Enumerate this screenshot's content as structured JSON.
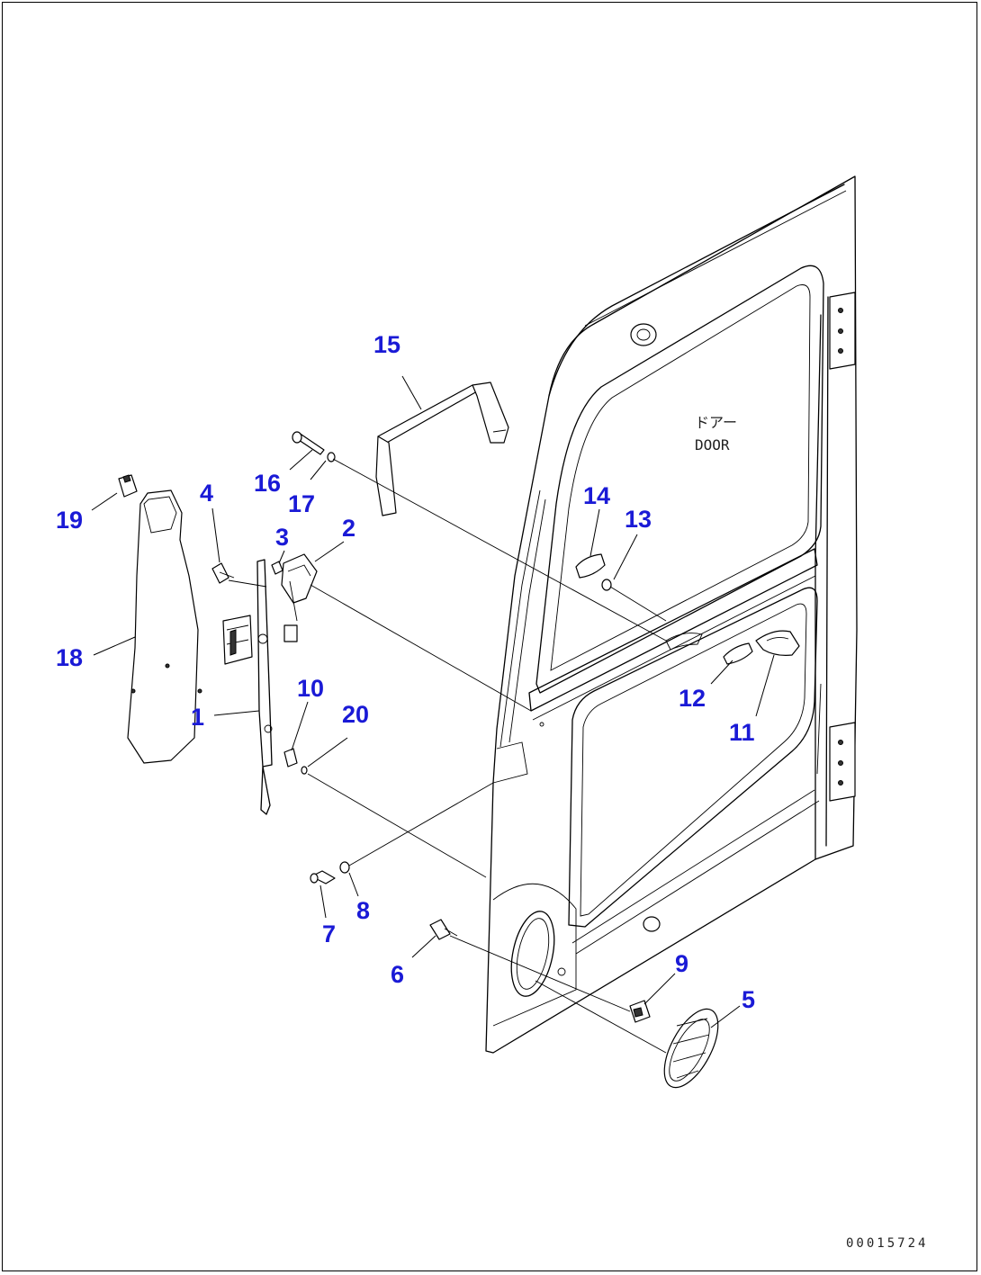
{
  "door_label": {
    "line1": "ドアー",
    "line2": "DOOR"
  },
  "drawing_number": "00015724",
  "callouts": [
    {
      "id": "1",
      "label": "1"
    },
    {
      "id": "2",
      "label": "2"
    },
    {
      "id": "3",
      "label": "3"
    },
    {
      "id": "4",
      "label": "4"
    },
    {
      "id": "5",
      "label": "5"
    },
    {
      "id": "6",
      "label": "6"
    },
    {
      "id": "7",
      "label": "7"
    },
    {
      "id": "8",
      "label": "8"
    },
    {
      "id": "9",
      "label": "9"
    },
    {
      "id": "10",
      "label": "10"
    },
    {
      "id": "11",
      "label": "11"
    },
    {
      "id": "12",
      "label": "12"
    },
    {
      "id": "13",
      "label": "13"
    },
    {
      "id": "14",
      "label": "14"
    },
    {
      "id": "15",
      "label": "15"
    },
    {
      "id": "16",
      "label": "16"
    },
    {
      "id": "17",
      "label": "17"
    },
    {
      "id": "18",
      "label": "18"
    },
    {
      "id": "19",
      "label": "19"
    },
    {
      "id": "20",
      "label": "20"
    }
  ],
  "colors": {
    "callout": "#1a1ad6",
    "line": "#000000",
    "background": "#ffffff"
  }
}
